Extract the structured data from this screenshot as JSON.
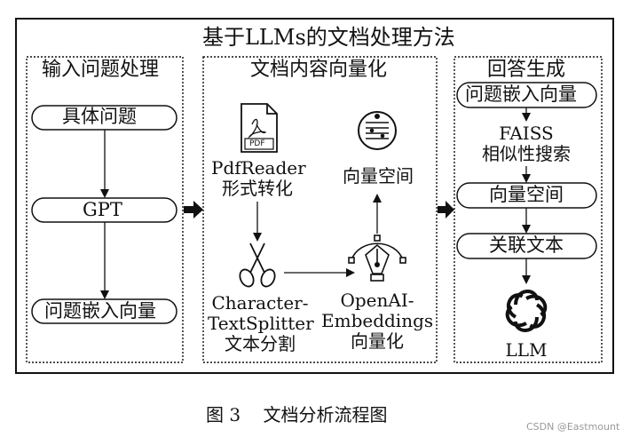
{
  "diagram": {
    "title": "基于LLMs的文档处理方法",
    "sections": {
      "input": {
        "title": "输入问题处理"
      },
      "vectorize": {
        "title": "文档内容向量化"
      },
      "answer": {
        "title": "回答生成"
      }
    },
    "nodes": {
      "specific_question": "具体问题",
      "gpt": "GPT",
      "question_embedding_left": "问题嵌入向量",
      "pdfreader_line1": "PdfReader",
      "pdfreader_line2": "形式转化",
      "pdf_icon_text": "PDF",
      "vector_space_mid": "向量空间",
      "splitter_line1": "Character-",
      "splitter_line2": "TextSplitter",
      "splitter_line3": "文本分割",
      "embeddings_line1": "OpenAI-",
      "embeddings_line2": "Embeddings",
      "embeddings_line3": "向量化",
      "question_embedding_right": "问题嵌入向量",
      "faiss_line1": "FAISS",
      "faiss_line2": "相似性搜索",
      "vector_space_right": "向量空间",
      "related_text": "关联文本",
      "llm": "LLM"
    },
    "icons": [
      "pdf-file-icon",
      "vector-database-icon",
      "scissors-icon",
      "pen-nib-bezier-icon",
      "openai-logo-icon"
    ],
    "colors": {
      "stroke": "#111111",
      "background": "#ffffff"
    }
  },
  "caption": "图 3    文档分析流程图",
  "watermark": "CSDN @Eastmount"
}
